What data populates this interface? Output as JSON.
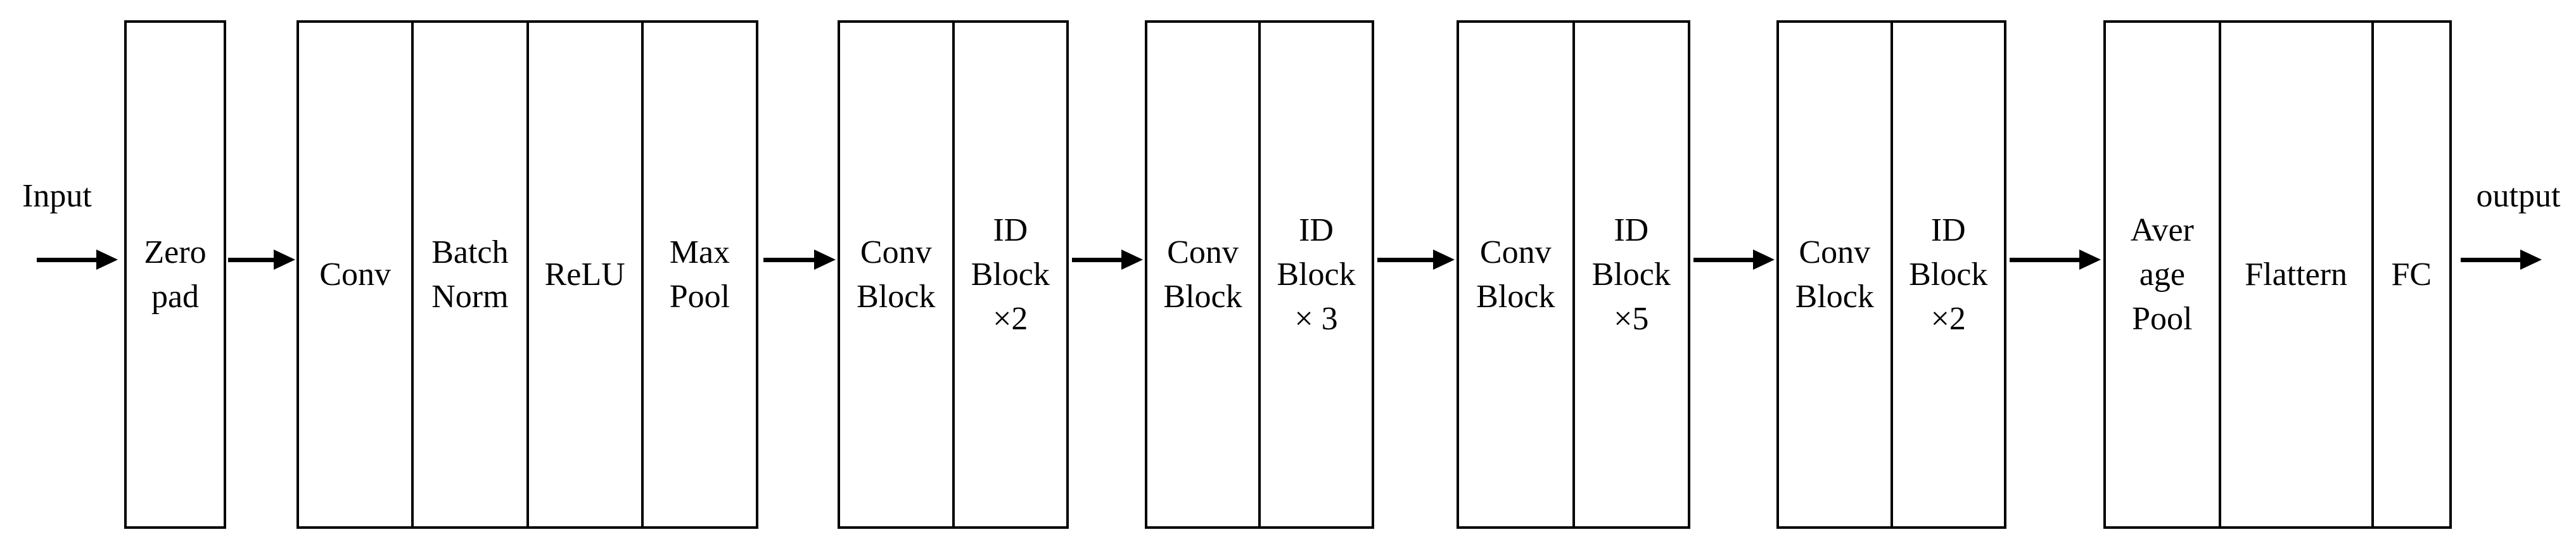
{
  "diagram": {
    "input_label": "Input",
    "output_label": "output",
    "colors": {
      "line": "#000000",
      "background": "#ffffff"
    },
    "groups": [
      {
        "name": "zero-pad-stage",
        "cells": [
          {
            "label": "Zero\npad"
          }
        ]
      },
      {
        "name": "stem-stage",
        "cells": [
          {
            "label": "Conv"
          },
          {
            "label": "Batch\nNorm"
          },
          {
            "label": "ReLU"
          },
          {
            "label": "Max\nPool"
          }
        ]
      },
      {
        "name": "stage-1",
        "cells": [
          {
            "label": "Conv\nBlock"
          },
          {
            "label": "ID\nBlock\n×2"
          }
        ]
      },
      {
        "name": "stage-2",
        "cells": [
          {
            "label": "Conv\nBlock"
          },
          {
            "label": "ID\nBlock\n× 3"
          }
        ]
      },
      {
        "name": "stage-3",
        "cells": [
          {
            "label": "Conv\nBlock"
          },
          {
            "label": "ID\nBlock\n×5"
          }
        ]
      },
      {
        "name": "stage-4",
        "cells": [
          {
            "label": "Conv\nBlock"
          },
          {
            "label": "ID\nBlock\n×2"
          }
        ]
      },
      {
        "name": "head-stage",
        "cells": [
          {
            "label": "Aver\nage\nPool"
          },
          {
            "label": "Flattern"
          },
          {
            "label": "FC"
          }
        ]
      }
    ]
  }
}
